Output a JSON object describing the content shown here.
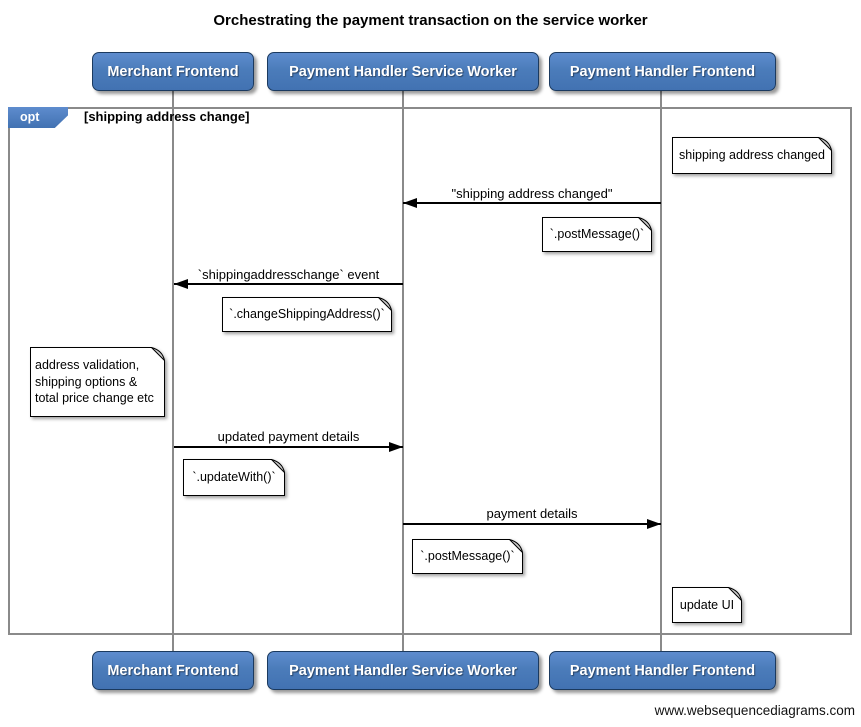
{
  "title": "Orchestrating the payment transaction on the service worker",
  "actors": [
    {
      "label": "Merchant Frontend"
    },
    {
      "label": "Payment Handler Service Worker"
    },
    {
      "label": "Payment Handler Frontend"
    }
  ],
  "frame": {
    "operator": "opt",
    "condition": "[shipping address change]"
  },
  "messages": [
    {
      "label": "\"shipping address changed\"",
      "from": "Payment Handler Frontend",
      "to": "Payment Handler Service Worker"
    },
    {
      "label": "`shippingaddresschange` event",
      "from": "Payment Handler Service Worker",
      "to": "Merchant Frontend"
    },
    {
      "label": "updated payment details",
      "from": "Merchant Frontend",
      "to": "Payment Handler Service Worker"
    },
    {
      "label": "payment details",
      "from": "Payment Handler Service Worker",
      "to": "Payment Handler Frontend"
    }
  ],
  "notes": [
    {
      "text": "shipping address changed"
    },
    {
      "text": "`.postMessage()`"
    },
    {
      "text": "`.changeShippingAddress()`"
    },
    {
      "text": "address validation,\nshipping options &\ntotal price change etc"
    },
    {
      "text": "`.updateWith()`"
    },
    {
      "text": "`.postMessage()`"
    },
    {
      "text": "update UI"
    }
  ],
  "footer": "www.websequencediagrams.com",
  "colors": {
    "actor_blue": "#4C7EBB",
    "actor_border": "#1B3A5F",
    "frame_gray": "#8A8A8A"
  }
}
